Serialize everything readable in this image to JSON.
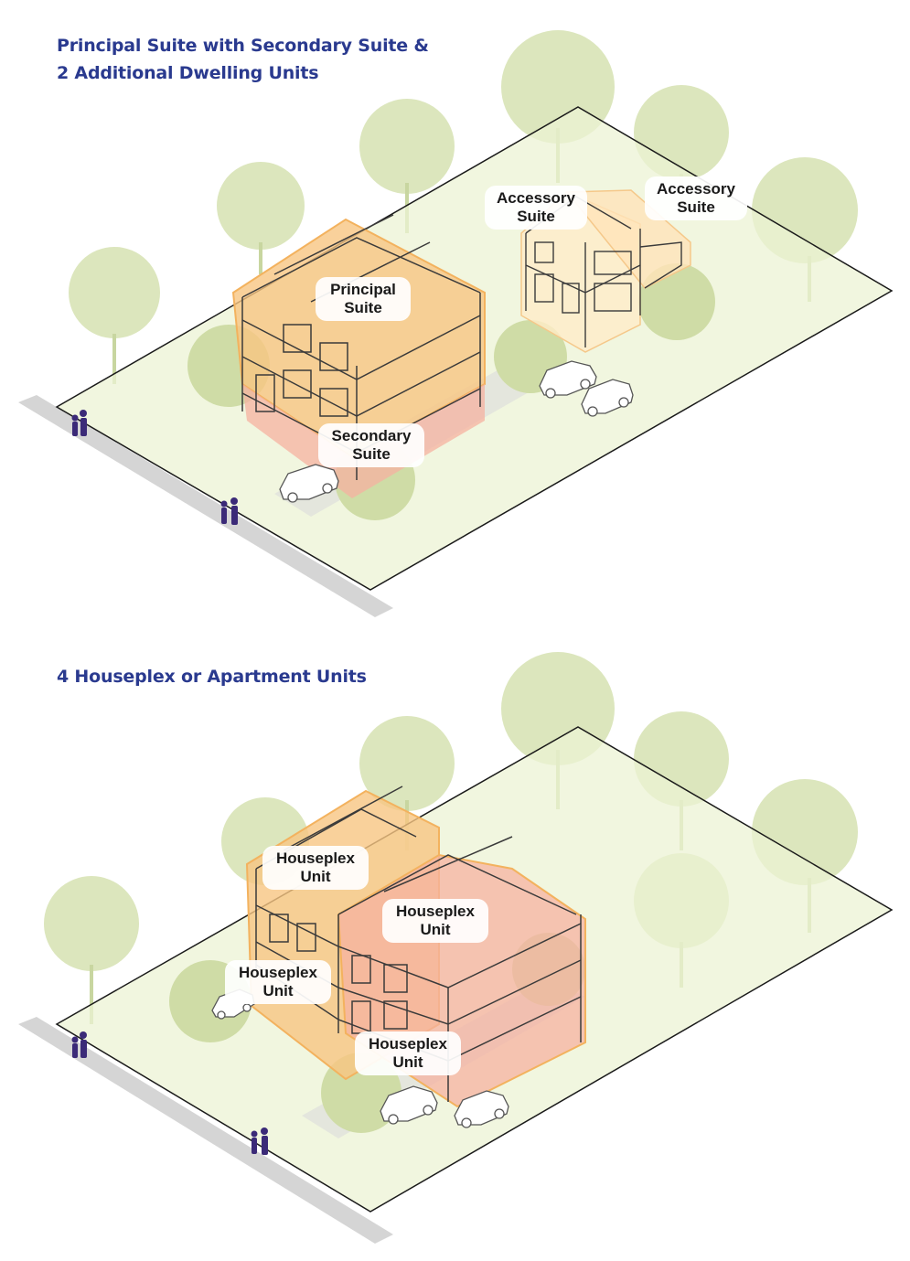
{
  "diagram_1": {
    "title_line_1": "Principal Suite with Secondary Suite &",
    "title_line_2": "2 Additional Dwelling Units",
    "labels": {
      "principal": [
        "Principal",
        "Suite"
      ],
      "secondary": [
        "Secondary",
        "Suite"
      ],
      "accessory_1": [
        "Accessory",
        "Suite"
      ],
      "accessory_2": [
        "Accessory",
        "Suite"
      ]
    }
  },
  "diagram_2": {
    "title": "4 Houseplex or Apartment Units",
    "labels": {
      "unit_1": [
        "Houseplex",
        "Unit"
      ],
      "unit_2": [
        "Houseplex",
        "Unit"
      ],
      "unit_3": [
        "Houseplex",
        "Unit"
      ],
      "unit_4": [
        "Houseplex",
        "Unit"
      ]
    }
  },
  "colors": {
    "title": "#2a3a8f",
    "lot_fill": "#eef4d8",
    "tree": "#d6e2b0",
    "sidewalk": "#d9d9d9",
    "orange_volume": "#f8c98a",
    "pink_volume": "#f6b3a3",
    "figure": "#3b2a78"
  }
}
